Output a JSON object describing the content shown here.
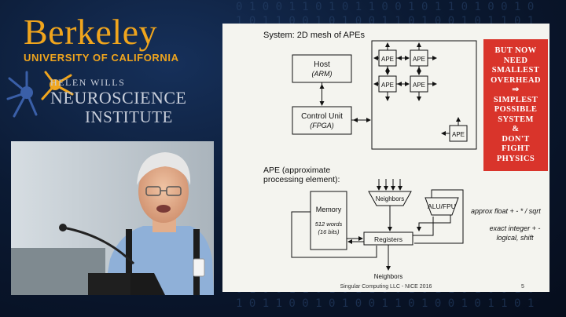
{
  "branding": {
    "university": "Berkeley",
    "university_sub": "UNIVERSITY OF CALIFORNIA",
    "institute_line1": "HELEN WILLS",
    "institute_line2": "NEUROSCIENCE",
    "institute_line3": "INSTITUTE"
  },
  "slide": {
    "system_title": "System:  2D mesh of APEs",
    "host_label": "Host",
    "host_sub": "(ARM)",
    "cu_label": "Control Unit",
    "cu_sub": "(FPGA)",
    "ape_label": "APE",
    "ape_def_line1": "APE (approximate",
    "ape_def_line2": "processing element):",
    "neighbors_top": "Neighbors",
    "alu_label": "ALU/FPU",
    "memory_label": "Memory",
    "memory_words": "512 words",
    "memory_bits": "(16 bits)",
    "registers_label": "Registers",
    "neighbors_bottom": "Neighbors",
    "approx_note": "approx float + - * / sqrt",
    "exact_note_line1": "exact integer + -",
    "exact_note_line2": "logical, shift",
    "callout": [
      "BUT NOW",
      "NEED",
      "SMALLEST",
      "OVERHEAD",
      "⇒",
      "SIMPLEST",
      "POSSIBLE",
      "SYSTEM",
      "&",
      "DON'T",
      "FIGHT",
      "PHYSICS"
    ],
    "footer": "Singular Computing LLC  -  NICE 2016",
    "page_number": "5"
  },
  "colors": {
    "background": "#0b1a33",
    "berkeley_gold": "#f0a51d",
    "callout_red": "#d9342b",
    "slide_bg": "#f4f4ef"
  }
}
